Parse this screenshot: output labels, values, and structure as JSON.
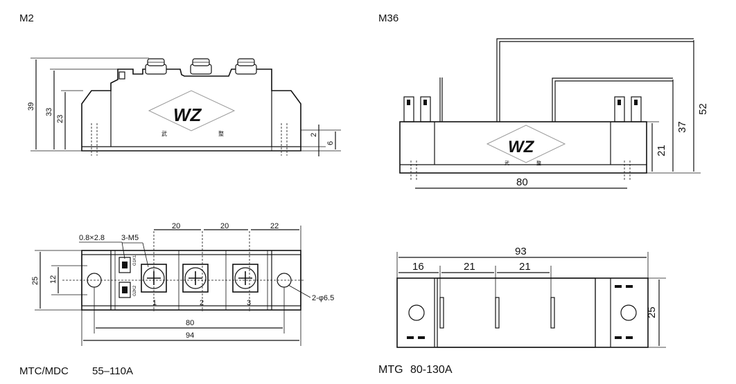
{
  "models": {
    "m2": {
      "name": "M2",
      "caption": "MTC/MDC",
      "range": "55–110A"
    },
    "m36": {
      "name": "M36",
      "caption": "MTG",
      "range": "80-130A"
    }
  },
  "logo": {
    "text": "WZ",
    "sub_left": "武",
    "sub_right": "整"
  },
  "m2_side": {
    "d39": "39",
    "d33": "33",
    "d23": "23",
    "d2": "2",
    "d6": "6"
  },
  "m2_top": {
    "d20a": "20",
    "d20b": "20",
    "d22": "22",
    "tab": "0.8×2.8",
    "screws": "3-M5",
    "d25": "25",
    "d12": "12",
    "hole": "2-φ6.5",
    "d80": "80",
    "d94": "94",
    "t1": "1",
    "t2": "2",
    "t3": "3",
    "pin_top": "G1K1",
    "pin_bot": "G2K2"
  },
  "m36_side": {
    "d52": "52",
    "d37": "37",
    "d21": "21",
    "d80": "80"
  },
  "m36_top": {
    "d93": "93",
    "d16": "16",
    "d21a": "21",
    "d21b": "21",
    "d25": "25"
  }
}
